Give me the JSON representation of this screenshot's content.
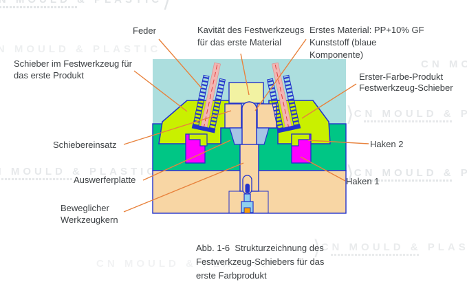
{
  "watermark": {
    "text": "CN MOULD & PLASTIC"
  },
  "colors": {
    "plate_top": "#ACDEDE",
    "plate_mid": "#00C685",
    "plate_bottom": "#F8D6A4",
    "slider": "#C9F000",
    "hook_block": "#FF00FF",
    "cavity_insert": "#F2F2A2",
    "core_insert": "#F8D6A4",
    "wedge": "#A6C4E6",
    "outline": "#2233CC",
    "spring_rod": "#F2B5B2",
    "ejector_sleeve": "#8FD0EE",
    "ejector_tip": "#FFA000",
    "leader": "#E8823C",
    "label_text": "#3C4043"
  },
  "labels": {
    "feder": "Feder",
    "cavity": "Kavität des Festwerkzeugs\nfür das erste Material",
    "first_material": "Erstes Material: PP+10% GF\nKunststoff (blaue\nKomponente)",
    "slider_in_fixed_mold": "Schieber im Festwerkzeug für\ndas erste Produkt",
    "first_color_product_slider": "Erster-Farbe-Produkt\nFestwerkzeug-Schieber",
    "slider_insert": "Schiebereinsatz",
    "hook2": "Haken 2",
    "ejector_plate": "Auswerferplatte",
    "hook1": "Haken 1",
    "movable_core": "Beweglicher\nWerkzeugkern"
  },
  "caption": "Abb. 1-6  Strukturzeichnung des\nFestwerkzeug-Schiebers für das\nerste Farbprodukt"
}
